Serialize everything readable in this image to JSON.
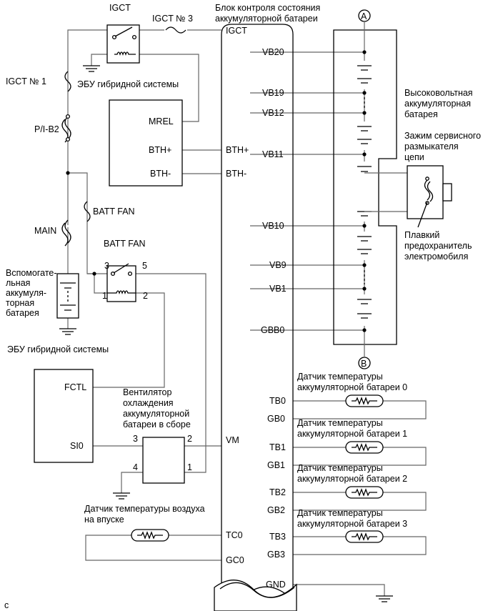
{
  "labels": {
    "igct_relay": "IGCT",
    "igct3": "IGCT № 3",
    "igct1": "IGCT № 1",
    "hv_ecu_top": "ЭБУ гибридной системы",
    "pi_b2": "P/I-B2",
    "batt_fan_fuse": "BATT FAN",
    "main": "MAIN",
    "batt_fan_relay": "BATT FAN",
    "aux_battery": [
      "Вспомогате-",
      "льная",
      "аккумуля-",
      "торная",
      "батарея"
    ],
    "hv_ecu_bottom": "ЭБУ гибридной системы",
    "fan_assy": [
      "Вентилятор",
      "охлаждения",
      "аккумуляторной",
      "батареи в сборе"
    ],
    "intake_sensor": [
      "Датчик температуры воздуха",
      "на впуске"
    ],
    "bms_title": [
      "Блок контроля состояния",
      "аккумуляторной батареи"
    ],
    "hv_battery": [
      "Высоковольтная",
      "аккумуляторная",
      "батарея"
    ],
    "service_plug": [
      "Зажим сервисного",
      "размыкателя",
      "цепи"
    ],
    "ev_fuse": [
      "Плавкий",
      "предохранитель",
      "электромобиля"
    ],
    "connector_a": "A",
    "connector_b": "B",
    "temp_sensor_0": [
      "Датчик температуры",
      "аккумуляторной батареи 0"
    ],
    "temp_sensor_1": [
      "Датчик температуры",
      "аккумуляторной батареи 1"
    ],
    "temp_sensor_2": [
      "Датчик температуры",
      "аккумуляторной батареи 2"
    ],
    "temp_sensor_3": [
      "Датчик температуры",
      "аккумуляторной батареи 3"
    ],
    "corner_mark": "c"
  },
  "ecu_pins": {
    "mrel": "MREL",
    "bth_plus": "BTH+",
    "bth_minus": "BTH-",
    "fctl": "FCTL",
    "si0": "SI0"
  },
  "relay_pins": {
    "p1": "1",
    "p2": "2",
    "p3": "3",
    "p5": "5"
  },
  "fan_pins": {
    "p1": "1",
    "p2": "2",
    "p3": "3",
    "p4": "4"
  },
  "bms_pins": {
    "igct": "IGCT",
    "bth_plus": "BTH+",
    "bth_minus": "BTH-",
    "vm": "VM",
    "tc0": "TC0",
    "gc0": "GC0",
    "vb20": "VB20",
    "vb19": "VB19",
    "vb12": "VB12",
    "vb11": "VB11",
    "vb10": "VB10",
    "vb9": "VB9",
    "vb1": "VB1",
    "gbb0": "GBB0",
    "tb0": "TB0",
    "gb0": "GB0",
    "tb1": "TB1",
    "gb1": "GB1",
    "tb2": "TB2",
    "gb2": "GB2",
    "tb3": "TB3",
    "gb3": "GB3",
    "gnd": "GND"
  }
}
